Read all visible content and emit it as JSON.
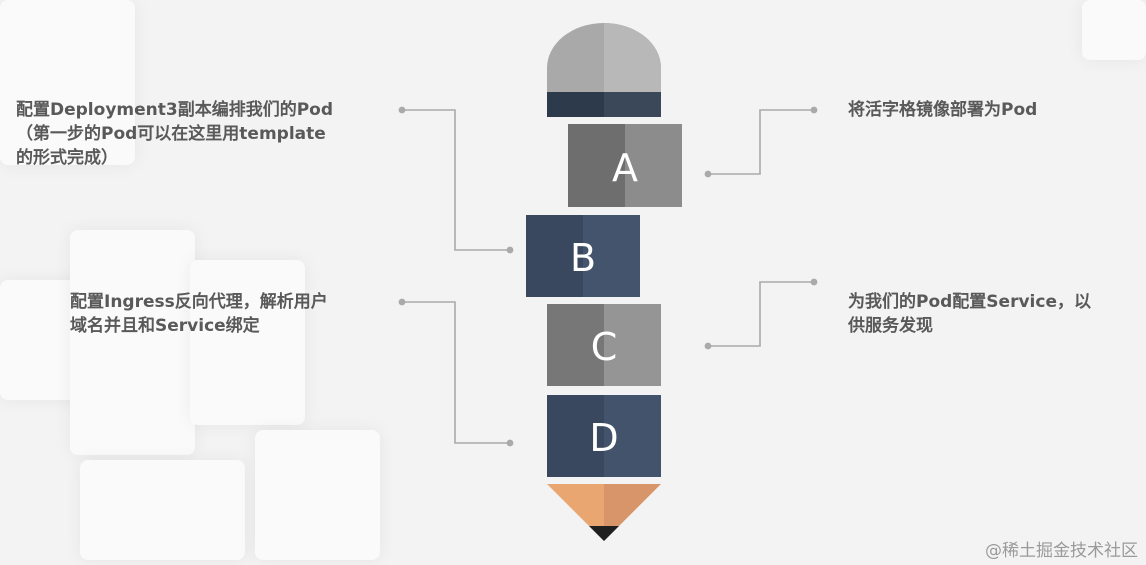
{
  "blocks": {
    "a": "A",
    "b": "B",
    "c": "C",
    "d": "D"
  },
  "labels": {
    "a": "将活字格镜像部署为Pod",
    "b": "配置Deployment3副本编排我们的Pod\n（第一步的Pod可以在这里用template\n的形式完成）",
    "c": "为我们的Pod配置Service，以\n供服务发现",
    "d": "配置Ingress反向代理，解析用户\n域名并且和Service绑定"
  },
  "watermark": "@稀土掘金技术社区",
  "colors": {
    "gray_dark": "#6f6f6f",
    "gray_light": "#8a8a8a",
    "navy_dark": "#3b4a63",
    "navy_light": "#44536d",
    "eraser": "#a8a8a8",
    "ferrule": "#2f3d4f",
    "wood": "#e7a672",
    "tip": "#1f1f1f",
    "connector": "#aaaaaa"
  }
}
